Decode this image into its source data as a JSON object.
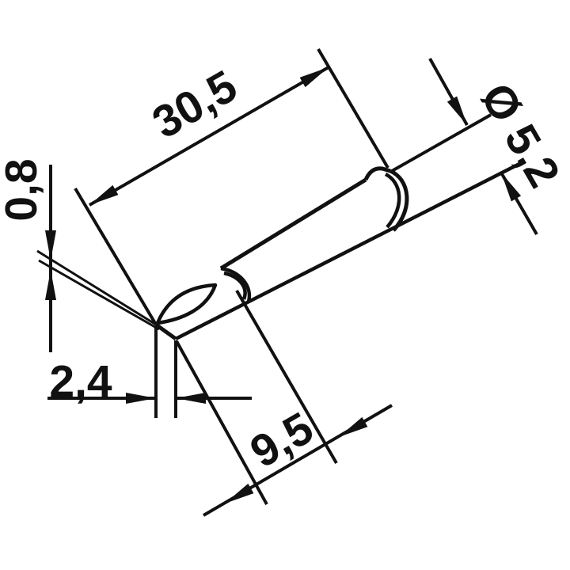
{
  "diagram": {
    "background_color": "#ffffff",
    "line_color": "#111111",
    "labels": {
      "overall_length": "30,5",
      "diameter": "Ø 5,2",
      "edge_thickness": "0,8",
      "edge_width": "2,4",
      "chamfer_length": "9,5"
    }
  }
}
